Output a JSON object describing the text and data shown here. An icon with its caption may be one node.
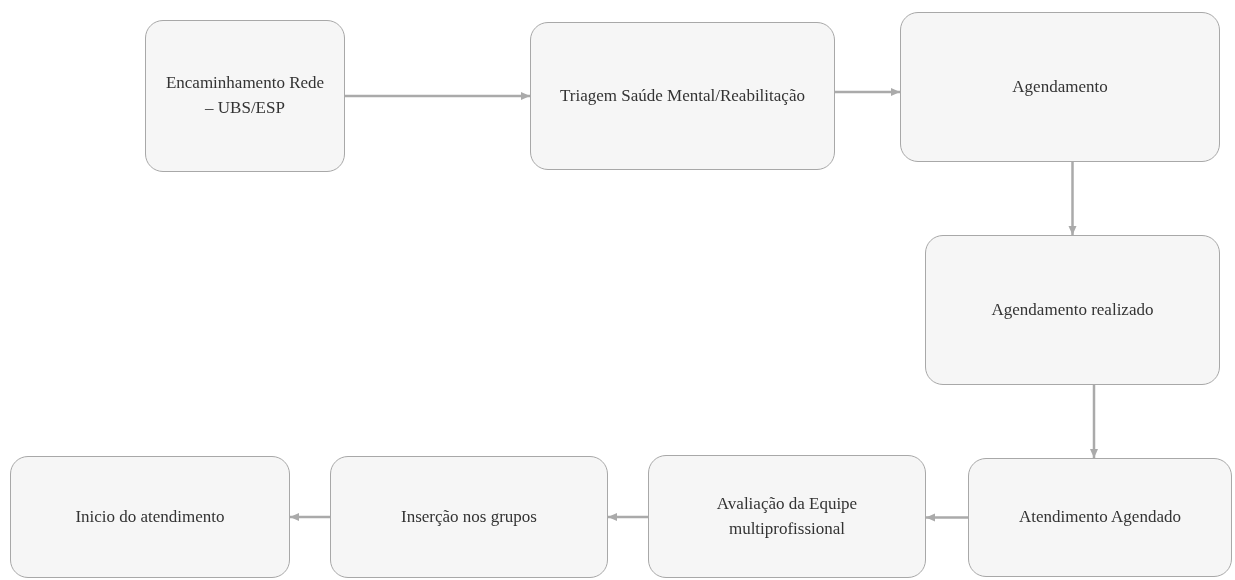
{
  "diagram": {
    "nodes": [
      {
        "text": [
          "Encaminhamento Rede – UBS/ESP"
        ]
      },
      {
        "text": [
          "Triagem Saúde Mental/Reabilitação"
        ]
      },
      {
        "text": [
          "Agendamento"
        ]
      },
      {
        "text": [
          "Agendamento realizado"
        ]
      },
      {
        "text": [
          "Atendimento Agendado"
        ]
      },
      {
        "text": [
          "Avaliação da Equipe multiprofissional"
        ]
      },
      {
        "text": [
          "Inserção nos grupos"
        ]
      },
      {
        "text": [
          "Inicio do atendimento"
        ]
      }
    ],
    "edges": [
      {
        "from": 0,
        "to": 1,
        "arrow": "to"
      },
      {
        "from": 1,
        "to": 2,
        "arrow": "to"
      },
      {
        "from": 2,
        "to": 3,
        "arrow": "to"
      },
      {
        "from": 3,
        "to": 4,
        "arrow": "to"
      },
      {
        "from": 4,
        "to": 5,
        "arrow": "to"
      },
      {
        "from": 5,
        "to": 6,
        "arrow": "to"
      },
      {
        "from": 6,
        "to": 7,
        "arrow": "to"
      }
    ]
  }
}
